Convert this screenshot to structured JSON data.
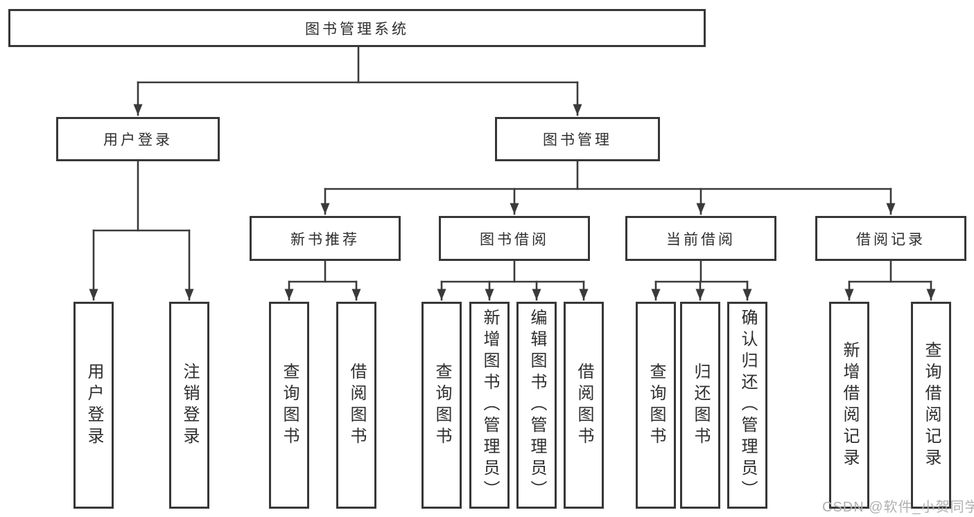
{
  "tree": {
    "root": {
      "label": "图书管理系统",
      "children": [
        {
          "label": "用户登录",
          "children": [
            {
              "label": "用户登录"
            },
            {
              "label": "注销登录"
            }
          ]
        },
        {
          "label": "图书管理",
          "children": [
            {
              "label": "新书推荐",
              "children": [
                {
                  "label": "查询图书"
                },
                {
                  "label": "借阅图书"
                }
              ]
            },
            {
              "label": "图书借阅",
              "children": [
                {
                  "label": "查询图书"
                },
                {
                  "label": "新增图书（管理员）"
                },
                {
                  "label": "编辑图书（管理员）"
                },
                {
                  "label": "借阅图书"
                }
              ]
            },
            {
              "label": "当前借阅",
              "children": [
                {
                  "label": "查询图书"
                },
                {
                  "label": "归还图书"
                },
                {
                  "label": "确认归还（管理员）"
                }
              ]
            },
            {
              "label": "借阅记录",
              "children": [
                {
                  "label": "新增借阅记录"
                },
                {
                  "label": "查询借阅记录"
                }
              ]
            }
          ]
        }
      ]
    }
  },
  "watermark": {
    "text": "CSDN @软件_小贺同学"
  },
  "colors": {
    "line": "#3a3a3a",
    "box_border": "#373737",
    "text": "#2e2e2e",
    "watermark_text": "#b0b0b0",
    "background": "#ffffff"
  }
}
